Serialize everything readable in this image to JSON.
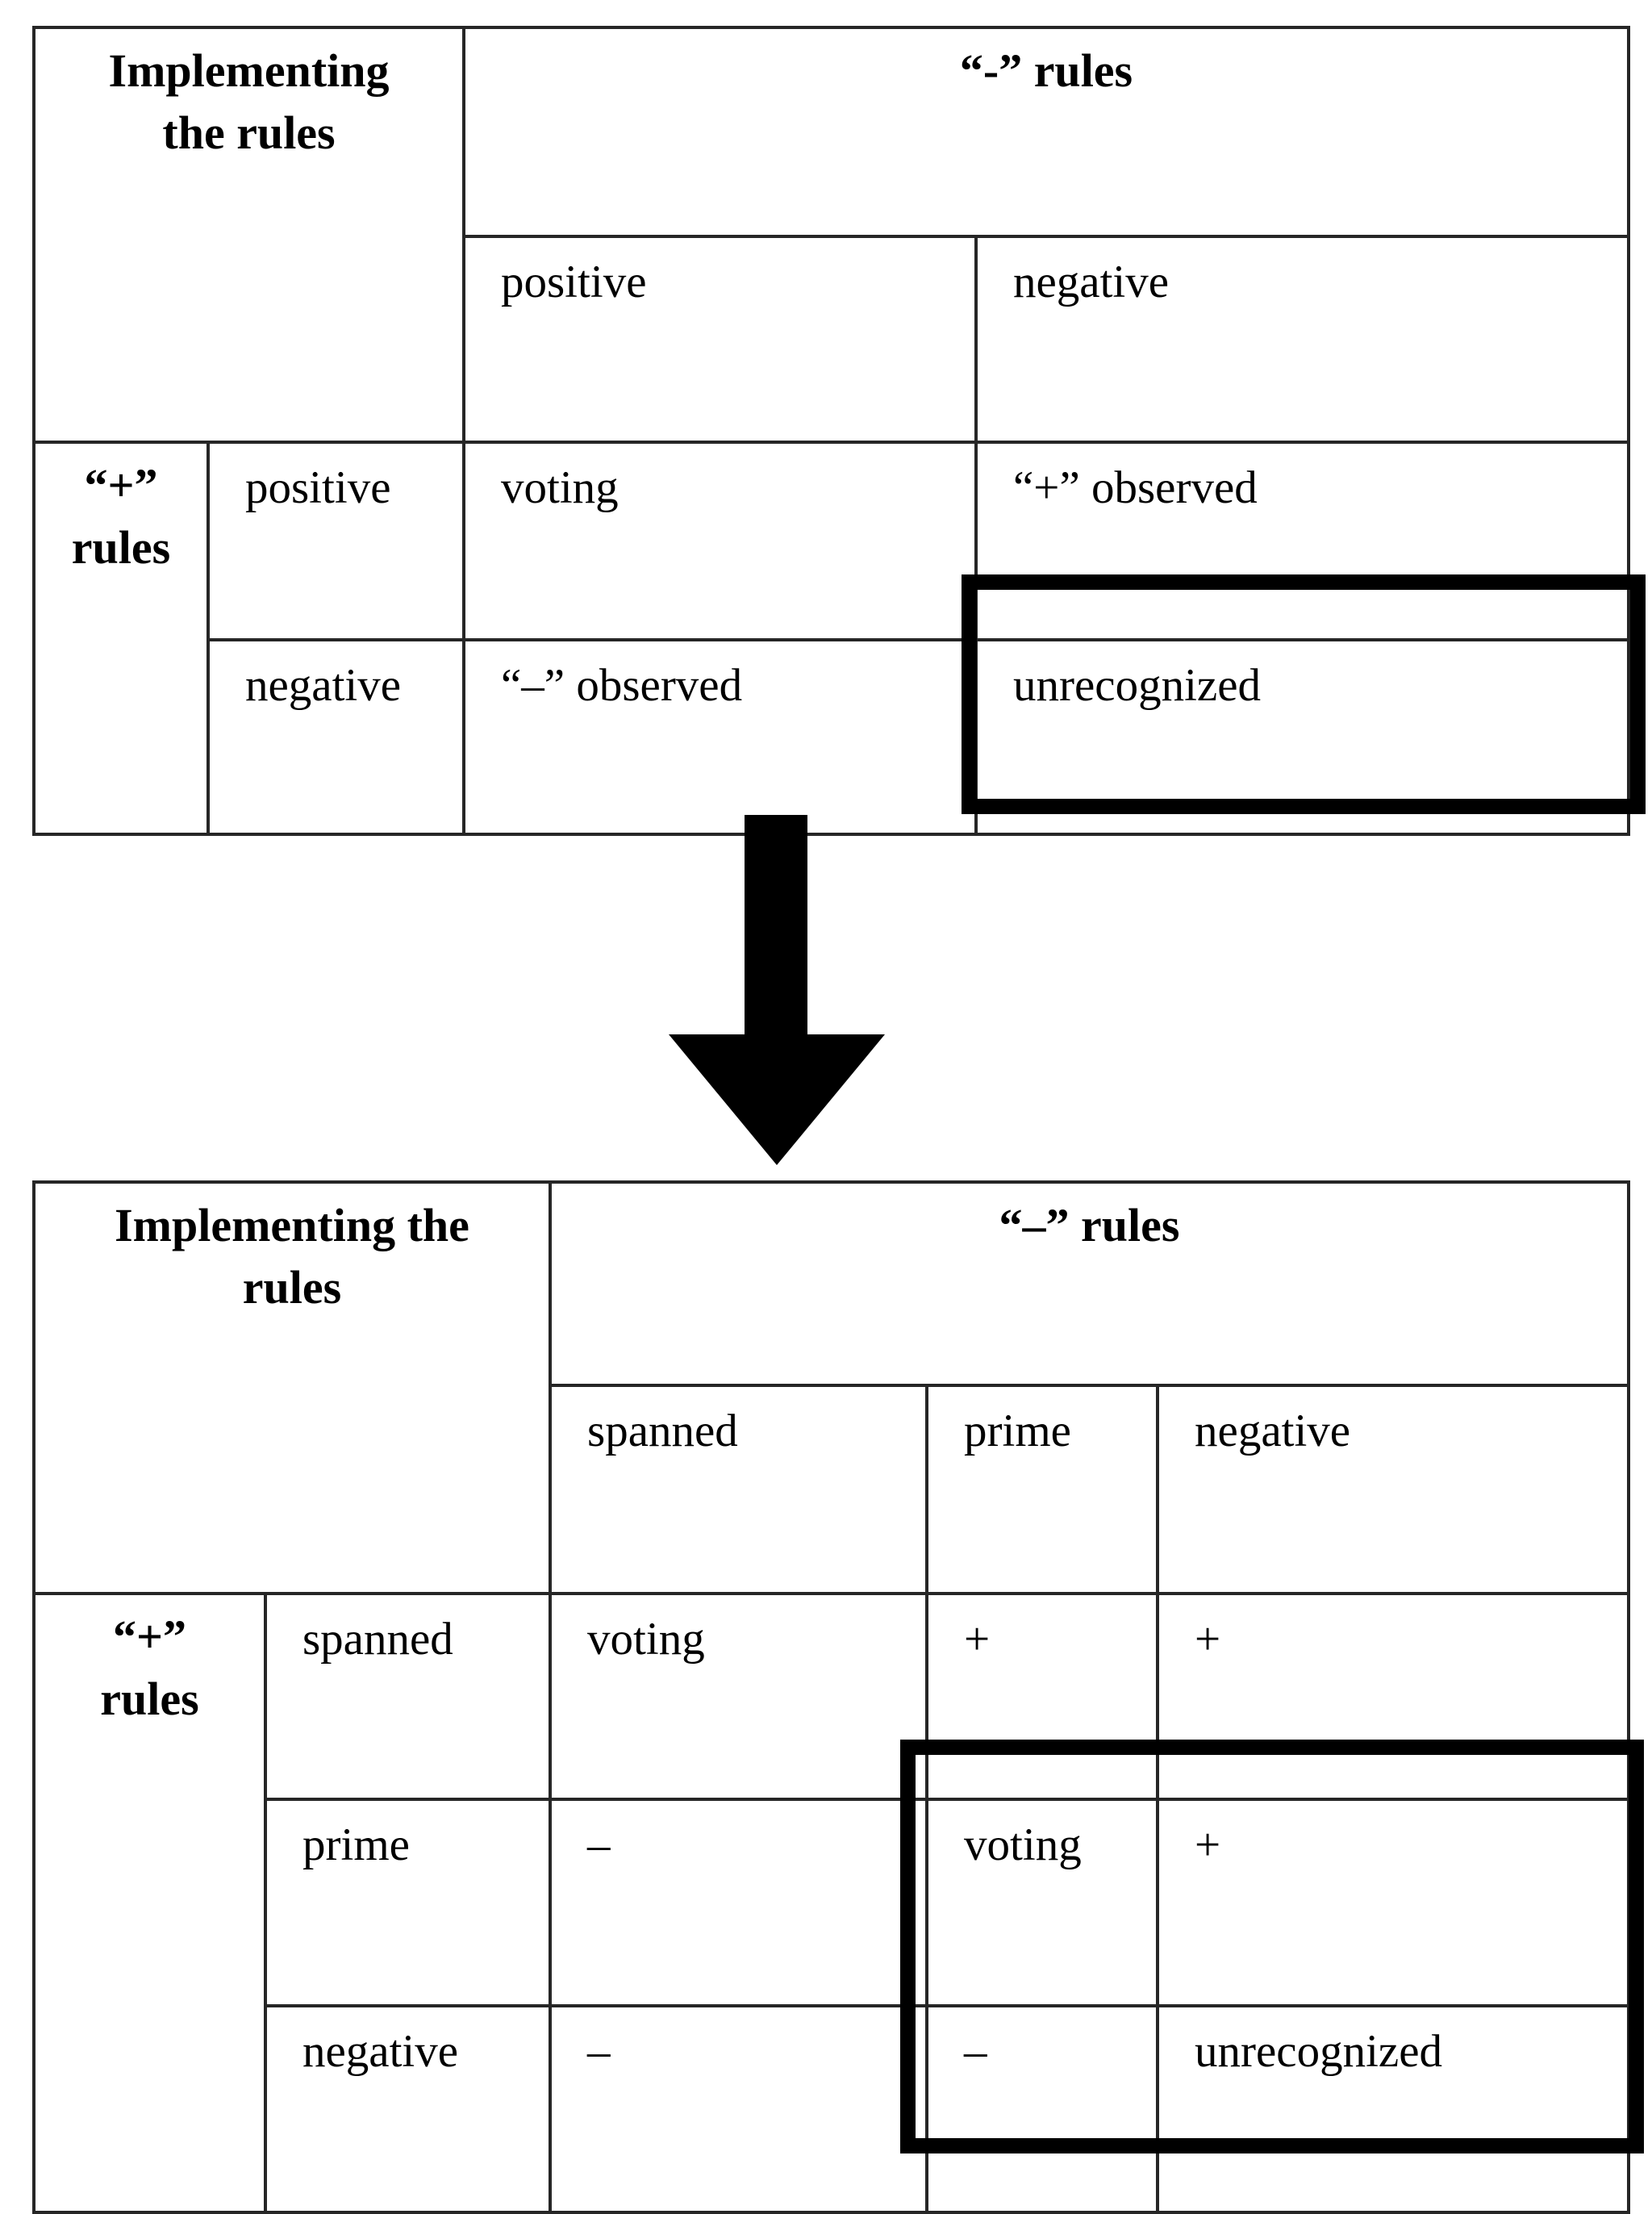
{
  "colors": {
    "background": "#ffffff",
    "table_border": "#262626",
    "text": "#000000",
    "highlight_border": "#000000",
    "arrow": "#000000"
  },
  "icons": {
    "transform_arrow": "down-arrow"
  },
  "top_table": {
    "corner_header": "Implementing\nthe rules",
    "col_group_header": "“-” rules",
    "col_headers": [
      "positive",
      "negative"
    ],
    "row_group_header": "“+”\nrules",
    "row_headers": [
      "positive",
      "negative"
    ],
    "cells": [
      [
        "voting",
        "“+” observed"
      ],
      [
        "“–” observed",
        "unrecognized"
      ]
    ],
    "highlighted_cell": "unrecognized"
  },
  "bottom_table": {
    "corner_header": "Implementing the\nrules",
    "col_group_header": "“–” rules",
    "col_headers": [
      "spanned",
      "prime",
      "negative"
    ],
    "row_group_header": "“+”\nrules",
    "row_headers": [
      "spanned",
      "prime",
      "negative"
    ],
    "cells": [
      [
        "voting",
        "+",
        "+"
      ],
      [
        "–",
        "voting",
        "+"
      ],
      [
        "–",
        "–",
        "unrecognized"
      ]
    ],
    "highlighted_region": "prime/negative 2x2 block"
  }
}
